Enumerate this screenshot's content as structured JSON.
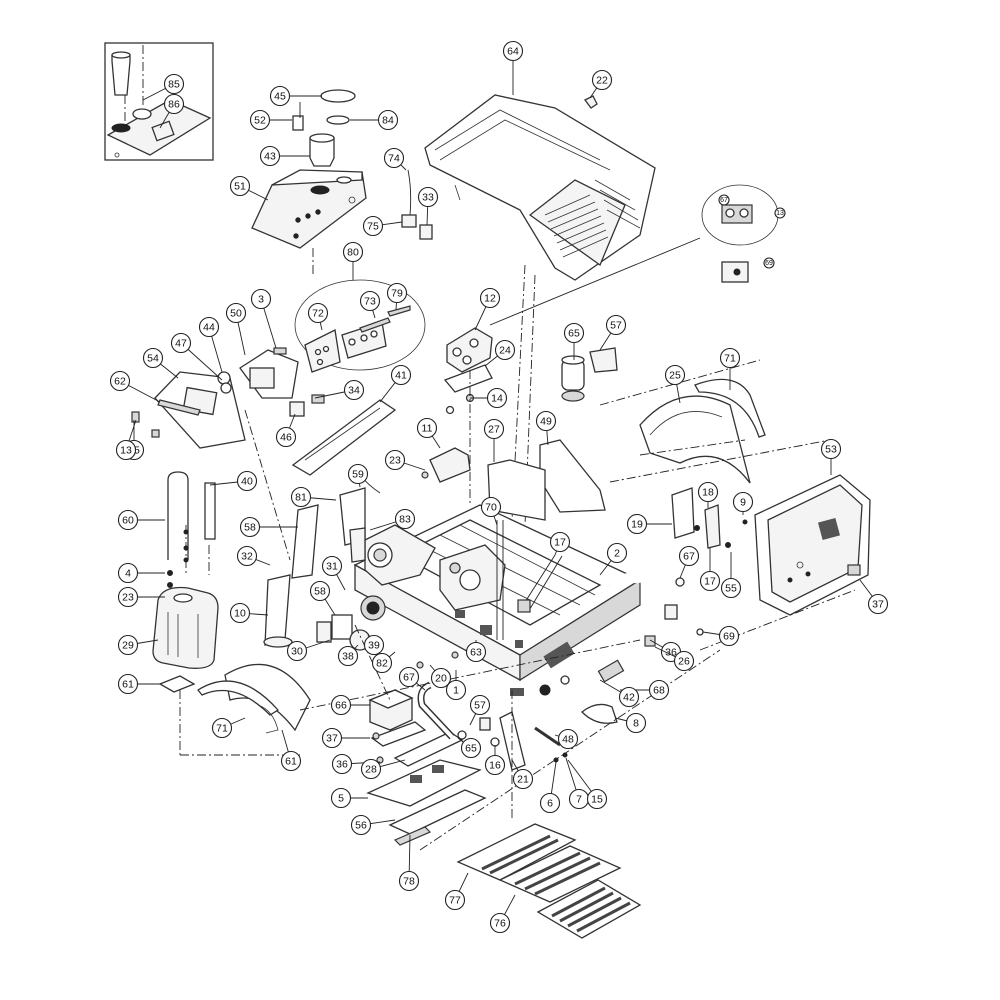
{
  "callouts": [
    {
      "label": "85"
    },
    {
      "label": "86"
    },
    {
      "label": "45"
    },
    {
      "label": "84"
    },
    {
      "label": "52"
    },
    {
      "label": "43"
    },
    {
      "label": "51"
    },
    {
      "label": "64"
    },
    {
      "label": "22"
    },
    {
      "label": "74"
    },
    {
      "label": "33"
    },
    {
      "label": "75"
    },
    {
      "label": "80"
    },
    {
      "label": "73"
    },
    {
      "label": "79"
    },
    {
      "label": "72"
    },
    {
      "label": "3"
    },
    {
      "label": "50"
    },
    {
      "label": "44"
    },
    {
      "label": "47"
    },
    {
      "label": "54"
    },
    {
      "label": "62"
    },
    {
      "label": "35"
    },
    {
      "label": "34"
    },
    {
      "label": "46"
    },
    {
      "label": "41"
    },
    {
      "label": "13"
    },
    {
      "label": "12"
    },
    {
      "label": "24"
    },
    {
      "label": "14"
    },
    {
      "label": "65"
    },
    {
      "label": "57"
    },
    {
      "label": "71"
    },
    {
      "label": "25"
    },
    {
      "label": "53"
    },
    {
      "label": "49"
    },
    {
      "label": "27"
    },
    {
      "label": "11"
    },
    {
      "label": "23"
    },
    {
      "label": "59"
    },
    {
      "label": "81"
    },
    {
      "label": "40"
    },
    {
      "label": "60"
    },
    {
      "label": "58"
    },
    {
      "label": "83"
    },
    {
      "label": "70"
    },
    {
      "label": "17"
    },
    {
      "label": "18"
    },
    {
      "label": "19"
    },
    {
      "label": "9"
    },
    {
      "label": "17"
    },
    {
      "label": "55"
    },
    {
      "label": "37"
    },
    {
      "label": "67"
    },
    {
      "label": "2"
    },
    {
      "label": "4"
    },
    {
      "label": "23"
    },
    {
      "label": "32"
    },
    {
      "label": "31"
    },
    {
      "label": "58"
    },
    {
      "label": "10"
    },
    {
      "label": "29"
    },
    {
      "label": "30"
    },
    {
      "label": "38"
    },
    {
      "label": "39"
    },
    {
      "label": "82"
    },
    {
      "label": "63"
    },
    {
      "label": "36"
    },
    {
      "label": "69"
    },
    {
      "label": "26"
    },
    {
      "label": "61"
    },
    {
      "label": "67"
    },
    {
      "label": "20"
    },
    {
      "label": "1"
    },
    {
      "label": "68"
    },
    {
      "label": "42"
    },
    {
      "label": "66"
    },
    {
      "label": "57"
    },
    {
      "label": "71"
    },
    {
      "label": "61"
    },
    {
      "label": "37"
    },
    {
      "label": "65"
    },
    {
      "label": "36"
    },
    {
      "label": "16"
    },
    {
      "label": "28"
    },
    {
      "label": "21"
    },
    {
      "label": "8"
    },
    {
      "label": "48"
    },
    {
      "label": "5"
    },
    {
      "label": "6"
    },
    {
      "label": "7"
    },
    {
      "label": "15"
    },
    {
      "label": "56"
    },
    {
      "label": "78"
    },
    {
      "label": "77"
    },
    {
      "label": "76"
    }
  ],
  "small_callouts": [
    {
      "label": "67"
    },
    {
      "label": "13"
    },
    {
      "label": "69"
    }
  ]
}
